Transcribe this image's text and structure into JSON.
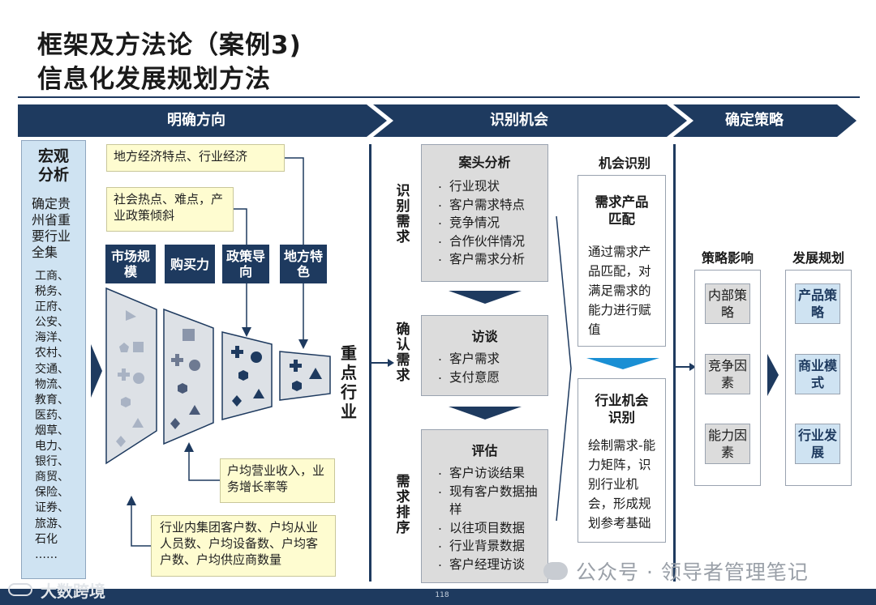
{
  "title": {
    "line1": "框架及方法论（案例3)",
    "line2": "信息化发展规划方法"
  },
  "sections": {
    "direction": "明确方向",
    "opportunity": "识别机会",
    "strategy": "确定策略"
  },
  "macro": {
    "title": "宏观分析",
    "desc": "确定贵州省重要行业全集",
    "industries": [
      "工商、",
      "税务、",
      "正府、",
      "公安、",
      "海洋、",
      "农村、",
      "交通、",
      "物流、",
      "教育、",
      "医药、",
      "烟草、",
      "电力、",
      "银行、",
      "商贸、",
      "保险、",
      "证券、",
      "旅游、",
      "石化",
      "……"
    ]
  },
  "notes": {
    "local_economy": "地方经济特点、行业经济",
    "hotspots": "社会热点、难点，产业政策倾斜",
    "income": "户均营业收入，业务增长率等",
    "customers": "行业内集团客户数、户均从业人员数、户均设备数、户均客户数、户均供应商数量"
  },
  "filters": [
    "市场规模",
    "购买力",
    "政策导向",
    "地方特色"
  ],
  "key_industry": "重点行业",
  "stages": {
    "identify": "识别需求",
    "confirm": "确认需求",
    "rank": "需求排序"
  },
  "desk_analysis": {
    "title": "案头分析",
    "items": [
      "行业现状",
      "客户需求特点",
      "竞争情况",
      "合作伙伴情况",
      "客户需求分析"
    ]
  },
  "interview": {
    "title": "访谈",
    "items": [
      "客户需求",
      "支付意愿"
    ]
  },
  "evaluation": {
    "title": "评估",
    "items": [
      "客户访谈结果",
      "现有客户数据抽样",
      "以往项目数据",
      "行业背景数据",
      "客户经理访谈"
    ]
  },
  "opportunity_id": {
    "title": "机会识别",
    "match_title": "需求产品匹配",
    "match_desc": "通过需求产品匹配，对满足需求的能力进行赋值",
    "industry_title": "行业机会识别",
    "industry_desc": "绘制需求-能力矩阵，识别行业机会，形成规划参考基础"
  },
  "strategy": {
    "influence_title": "策略影响",
    "influence_items": [
      "内部策略",
      "竞争因素",
      "能力因素"
    ],
    "plan_title": "发展规划",
    "plan_items": [
      "产品策略",
      "商业模式",
      "行业发展"
    ]
  },
  "footer": {
    "page": "118",
    "watermark_left": "大数跨境",
    "watermark_right": "公众号 · 领导者管理笔记"
  },
  "colors": {
    "navy": "#1e3a5f",
    "note_yellow": "#fefcd0",
    "light_blue": "#cfe3f2",
    "gray": "#dcdcdc"
  }
}
